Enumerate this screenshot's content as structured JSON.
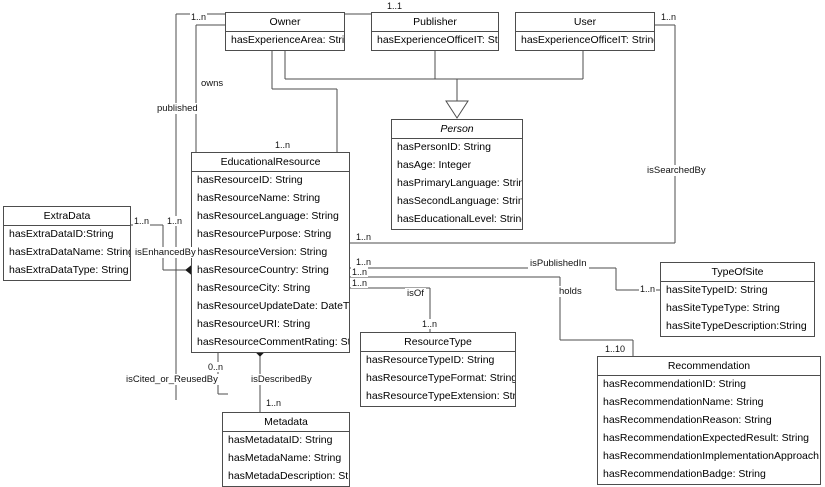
{
  "diagram": {
    "type": "uml-class-diagram",
    "background": "#ffffff",
    "line_color": "#4d4d4d",
    "text_color": "#000000"
  },
  "classes": [
    {
      "id": "owner",
      "name": "Owner",
      "abstract": false,
      "attributes": [
        "hasExperienceArea: String"
      ]
    },
    {
      "id": "publisher",
      "name": "Publisher",
      "abstract": false,
      "attributes": [
        "hasExperienceOfficeIT: String"
      ]
    },
    {
      "id": "user",
      "name": "User",
      "abstract": false,
      "attributes": [
        "hasExperienceOfficeIT: String"
      ]
    },
    {
      "id": "person",
      "name": "Person",
      "abstract": true,
      "attributes": [
        "hasPersonID: String",
        "hasAge: Integer",
        "hasPrimaryLanguage: String",
        "hasSecondLanguage: String",
        "hasEducationalLevel: String"
      ]
    },
    {
      "id": "educationalresource",
      "name": "EducationalResource",
      "abstract": false,
      "attributes": [
        "hasResourceID: String",
        "hasResourceName: String",
        "hasResourceLanguage: String",
        "hasResourcePurpose: String",
        "hasResourceVersion: String",
        "hasResourceCountry: String",
        "hasResourceCity: String",
        "hasResourceUpdateDate: DateTime",
        "hasResourceURI: String",
        "hasResourceCommentRating: String"
      ]
    },
    {
      "id": "extradata",
      "name": "ExtraData",
      "abstract": false,
      "attributes": [
        "hasExtraDataID:String",
        "hasExtraDataName: String",
        "hasExtraDataType: String"
      ]
    },
    {
      "id": "resourcetype",
      "name": "ResourceType",
      "abstract": false,
      "attributes": [
        "hasResourceTypeID: String",
        "hasResourceTypeFormat: String",
        "hasResourceTypeExtension: String"
      ]
    },
    {
      "id": "metadata",
      "name": "Metadata",
      "abstract": false,
      "attributes": [
        "hasMetadataID: String",
        "hasMetadaName: String",
        "hasMetadaDescription: String"
      ]
    },
    {
      "id": "typeofsite",
      "name": "TypeOfSite",
      "abstract": false,
      "attributes": [
        "hasSiteTypeID: String",
        "hasSiteTypeType: String",
        "hasSiteTypeDescription:String"
      ]
    },
    {
      "id": "recommendation",
      "name": "Recommendation",
      "abstract": false,
      "attributes": [
        "hasRecommendationID: String",
        "hasRecommendationName: String",
        "hasRecommendationReason: String",
        "hasRecommendationExpectedResult: String",
        "hasRecommendationImplementationApproach: String",
        "hasRecommendationBadge: String"
      ]
    }
  ],
  "relationships": [
    {
      "id": "owns",
      "label": "owns",
      "source": "owner",
      "target": "educationalresource",
      "source_mult": "1..n",
      "target_mult": "1..n"
    },
    {
      "id": "published",
      "label": "published",
      "source": "publisher",
      "target": "educationalresource",
      "source_mult": "1..1",
      "target_mult": ""
    },
    {
      "id": "issearchedby",
      "label": "isSearchedBy",
      "source": "user",
      "target": "educationalresource",
      "source_mult": "1..n",
      "target_mult": "1..n"
    },
    {
      "id": "isenhancedby",
      "label": "isEnhancedBy",
      "source": "extradata",
      "target": "educationalresource",
      "source_mult": "1..n",
      "target_mult": "1..n"
    },
    {
      "id": "isof",
      "label": "isOf",
      "source": "educationalresource",
      "target": "resourcetype",
      "source_mult": "1..n",
      "target_mult": "1..n"
    },
    {
      "id": "ispublishedin",
      "label": "isPublishedIn",
      "source": "educationalresource",
      "target": "typeofsite",
      "source_mult": "1..n",
      "target_mult": "1..n"
    },
    {
      "id": "holds",
      "label": "holds",
      "source": "educationalresource",
      "target": "recommendation",
      "source_mult": "1..n",
      "target_mult": "1..10"
    },
    {
      "id": "isdescribedby",
      "label": "isDescribedBy",
      "source": "educationalresource",
      "target": "metadata",
      "source_mult": "",
      "target_mult": "1..n"
    },
    {
      "id": "iscited",
      "label": "isCited_or_ReusedBy",
      "source": "educationalresource",
      "target": "educationalresource",
      "source_mult": "0..n",
      "target_mult": ""
    },
    {
      "id": "generalization",
      "label": "",
      "source": "owner,publisher,user",
      "target": "person",
      "source_mult": "",
      "target_mult": ""
    }
  ],
  "multiplicity_labels": [
    {
      "id": "m-owner-left",
      "text": "1..n"
    },
    {
      "id": "m-publisher",
      "text": "1..1"
    },
    {
      "id": "m-user-right",
      "text": "1..n"
    },
    {
      "id": "m-er-top",
      "text": "1..n"
    },
    {
      "id": "m-extradata",
      "text": "1..n"
    },
    {
      "id": "m-er-left",
      "text": "1..n"
    },
    {
      "id": "m-er-r1",
      "text": "1..n"
    },
    {
      "id": "m-er-r2",
      "text": "1..n"
    },
    {
      "id": "m-er-r3",
      "text": "1..n"
    },
    {
      "id": "m-er-r4",
      "text": "1..n"
    },
    {
      "id": "m-resourcetype",
      "text": "1..n"
    },
    {
      "id": "m-typeofsite",
      "text": "1..n"
    },
    {
      "id": "m-recommendation",
      "text": "1..10"
    },
    {
      "id": "m-cited",
      "text": "0..n"
    },
    {
      "id": "m-metadata",
      "text": "1..n"
    }
  ]
}
